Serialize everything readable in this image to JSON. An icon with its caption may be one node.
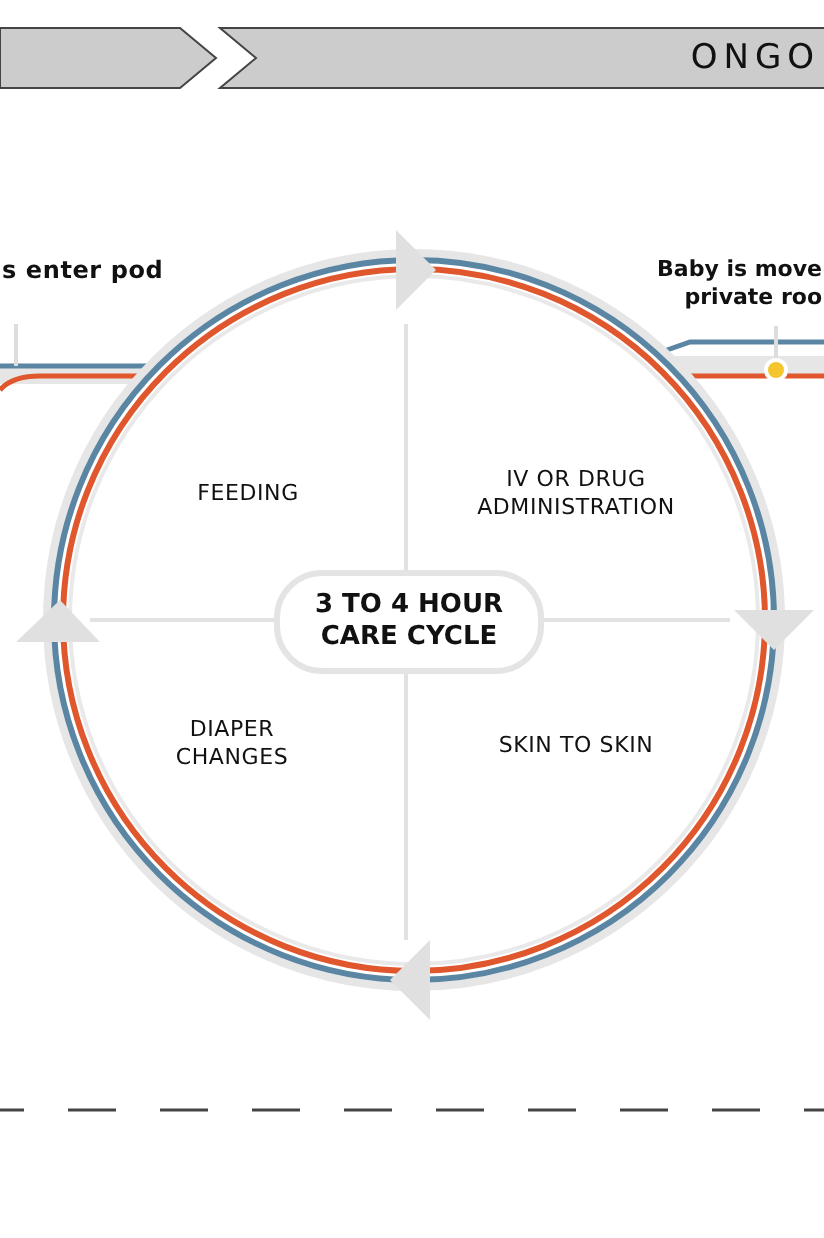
{
  "diagram": {
    "nodes": [
      {
        "text": [],
        "shape": "bar"
      },
      {
        "text": [
          "ONGO"
        ]
      },
      {
        "text": [],
        "shape": "circle"
      },
      {
        "text": [
          "3 TO 4 HOUR CARE CYCLE"
        ],
        "in": 2
      }
    ],
    "labels": [
      "s enter pod",
      "Baby is move private roo",
      "FEEDING",
      "IV OR DRUG ADMINISTRATION",
      "DIAPER CHANGES",
      "SKIN TO SKIN"
    ]
  }
}
